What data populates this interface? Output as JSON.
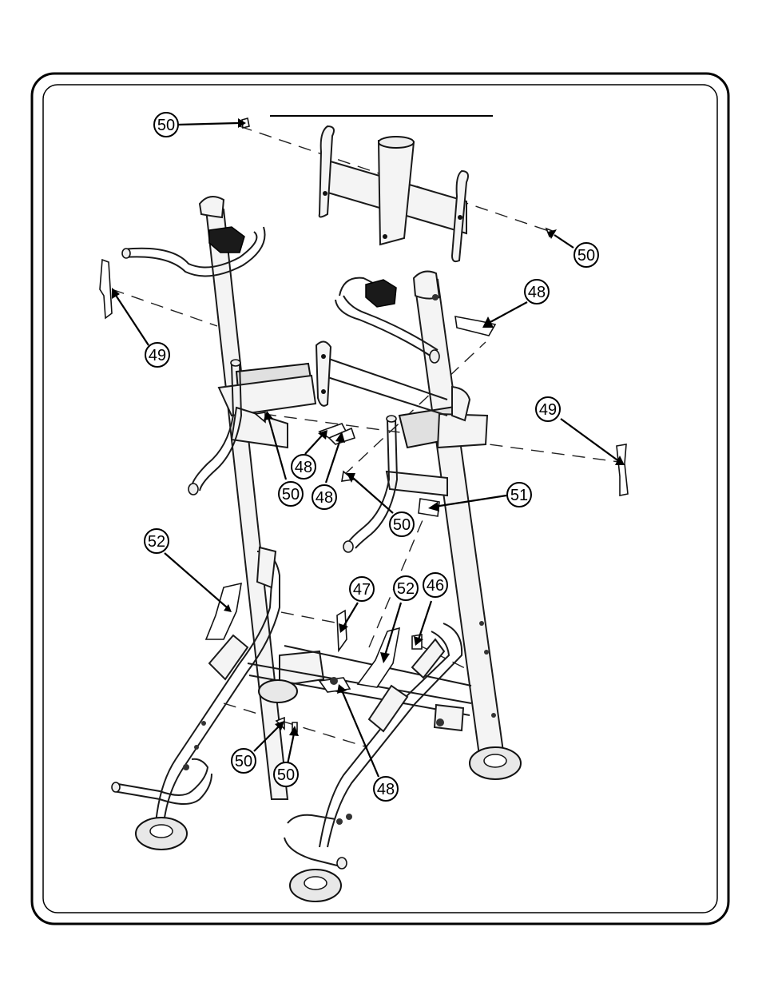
{
  "diagram": {
    "callouts": [
      {
        "id": "c1",
        "label": "50"
      },
      {
        "id": "c2",
        "label": "50"
      },
      {
        "id": "c3",
        "label": "48"
      },
      {
        "id": "c4",
        "label": "49"
      },
      {
        "id": "c5",
        "label": "49"
      },
      {
        "id": "c6",
        "label": "48"
      },
      {
        "id": "c7",
        "label": "50"
      },
      {
        "id": "c8",
        "label": "48"
      },
      {
        "id": "c9",
        "label": "50"
      },
      {
        "id": "c10",
        "label": "51"
      },
      {
        "id": "c11",
        "label": "52"
      },
      {
        "id": "c12",
        "label": "47"
      },
      {
        "id": "c13",
        "label": "52"
      },
      {
        "id": "c14",
        "label": "46"
      },
      {
        "id": "c15",
        "label": "50"
      },
      {
        "id": "c16",
        "label": "50"
      },
      {
        "id": "c17",
        "label": "48"
      }
    ],
    "colors": {
      "line": "#000000",
      "background": "#ffffff",
      "knob": "#1a1a1a"
    }
  }
}
